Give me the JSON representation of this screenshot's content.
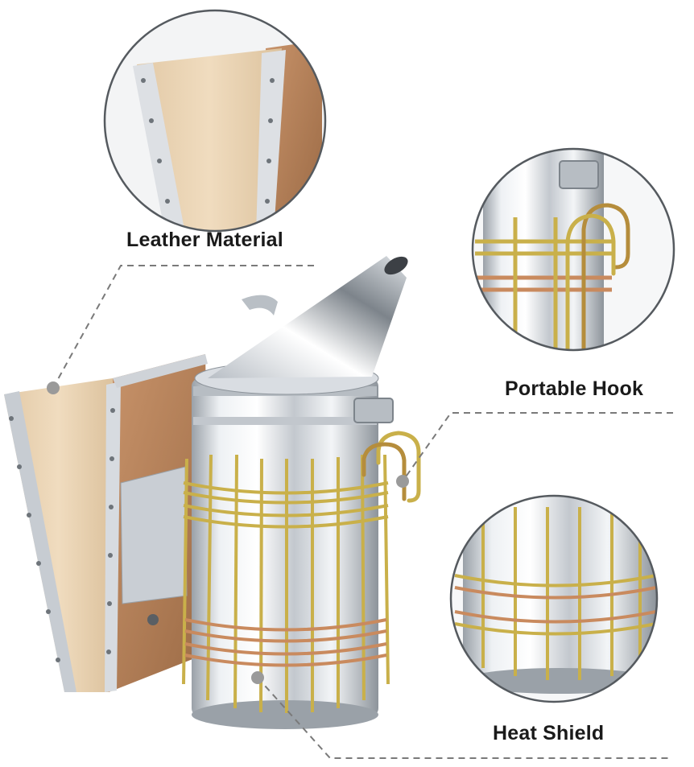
{
  "product": {
    "callouts": [
      {
        "label": "Leather Material"
      },
      {
        "label": "Portable Hook"
      },
      {
        "label": "Heat Shield"
      }
    ]
  },
  "palette": {
    "background": "#ffffff",
    "leather": "#e8d2b2",
    "wood": "#b9845a",
    "steel": "#d9dde2",
    "brass": "#c9b04a",
    "copper": "#c98a5e",
    "dashed_line": "#7a7a7a"
  }
}
